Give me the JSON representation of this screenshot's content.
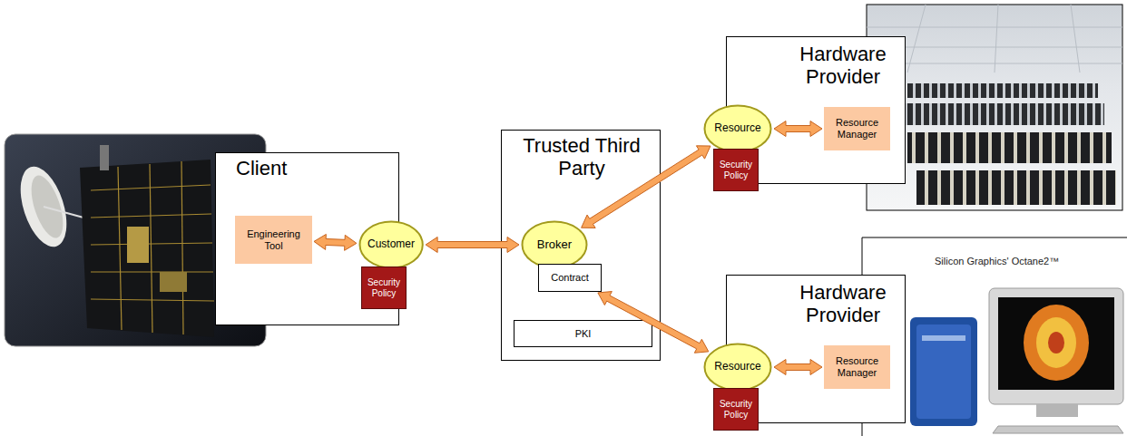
{
  "diagram": {
    "nodes": [
      {
        "text": [
          "Client"
        ]
      },
      {
        "text": [
          "Engineering Tool"
        ],
        "in": 0
      },
      {
        "text": [
          "Customer"
        ],
        "in": 0
      },
      {
        "text": [
          "Security Policy"
        ],
        "in": 0
      },
      {
        "text": [
          "Trusted Third Party"
        ]
      },
      {
        "text": [
          "Broker"
        ],
        "in": 4
      },
      {
        "text": [
          "Contract"
        ],
        "in": 4
      },
      {
        "text": [
          "PKI"
        ],
        "in": 4
      },
      {
        "text": [
          "Hardware Provider"
        ]
      },
      {
        "text": [
          "Resource"
        ],
        "in": 8
      },
      {
        "text": [
          "Resource Manager"
        ],
        "in": 8
      },
      {
        "text": [
          "Security Policy"
        ],
        "in": 8
      },
      {
        "text": [
          "Hardware Provider"
        ]
      },
      {
        "text": [
          "Resource"
        ],
        "in": 12
      },
      {
        "text": [
          "Resource Manager"
        ],
        "in": 12
      },
      {
        "text": [
          "Security Policy"
        ],
        "in": 12
      }
    ],
    "edges": [
      {
        "from": 1,
        "to": 2,
        "arrow": "both"
      },
      {
        "from": 2,
        "to": 5,
        "arrow": "both"
      },
      {
        "from": 5,
        "to": 9,
        "arrow": "both"
      },
      {
        "from": 6,
        "to": 13,
        "arrow": "both"
      },
      {
        "from": 9,
        "to": 10,
        "arrow": "both"
      },
      {
        "from": 13,
        "to": 14,
        "arrow": "both"
      }
    ],
    "labels": [
      "Silicon Graphics' Octane2™"
    ]
  }
}
